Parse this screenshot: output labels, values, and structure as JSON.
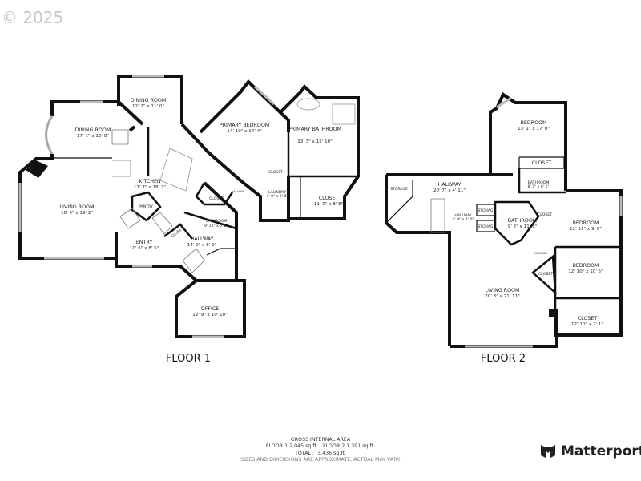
{
  "watermark": "© 2025",
  "floor1": {
    "label": "FLOOR 1",
    "rooms": [
      {
        "name": "DINING ROOM",
        "dims": "12' 2\" x 11' 0\""
      },
      {
        "name": "DINING ROOM",
        "dims": "17' 1\" x 10' 8\""
      },
      {
        "name": "PRIMARY BEDROOM",
        "dims": "14' 10\" x 14' 4\""
      },
      {
        "name": "PRIMARY BATHROOM",
        "dims": "13' 3\" x 15' 10\""
      },
      {
        "name": "KITCHEN",
        "dims": "17' 7\" x 18' 7\""
      },
      {
        "name": "LIVING ROOM",
        "dims": "18' 9\" x 19' 2\""
      },
      {
        "name": "PANTRY",
        "dims": ""
      },
      {
        "name": "CLOSET",
        "dims": ""
      },
      {
        "name": "BATHROOM",
        "dims": "9' 11\" x 5' 2\""
      },
      {
        "name": "ENTRY",
        "dims": "10' 6\" x 8' 5\""
      },
      {
        "name": "HALLWAY",
        "dims": "14' 0\" x 6' 9\""
      },
      {
        "name": "LAUNDRY",
        "dims": "7' 0\" x 9' 8\""
      },
      {
        "name": "CLOSET",
        "dims": "11' 0\" x 8' 8\""
      },
      {
        "name": "CLOSET",
        "dims": ""
      },
      {
        "name": "OFFICE",
        "dims": "12' 9\" x 10' 10\""
      },
      {
        "name": "CLOSET",
        "dims": ""
      },
      {
        "name": "HALLWAY",
        "dims": ""
      }
    ]
  },
  "floor2": {
    "label": "FLOOR 2",
    "rooms": [
      {
        "name": "BEDROOM",
        "dims": "13' 1\" x 17' 0\""
      },
      {
        "name": "CLOSET",
        "dims": ""
      },
      {
        "name": "BATHROOM",
        "dims": "8' 7\" x 6' 1\""
      },
      {
        "name": "HALLWAY",
        "dims": "20' 7\" x 4' 11\""
      },
      {
        "name": "STORAGE",
        "dims": ""
      },
      {
        "name": "HALLWAY",
        "dims": "4' 9\" x 7' 0\""
      },
      {
        "name": "STORAG",
        "dims": ""
      },
      {
        "name": "STORAG",
        "dims": ""
      },
      {
        "name": "BATHROOM",
        "dims": "9' 2\" x 11' 1\""
      },
      {
        "name": "CLOSET",
        "dims": ""
      },
      {
        "name": "BEDROOM",
        "dims": "12' 11\" x 9' 6\""
      },
      {
        "name": "BEDROOM",
        "dims": "12' 10\" x 10' 5\""
      },
      {
        "name": "CLOSET",
        "dims": ""
      },
      {
        "name": "LIVING ROOM",
        "dims": "20' 3\" x 21' 11\""
      },
      {
        "name": "CLOSET",
        "dims": "12' 10\" x 7' 1\""
      },
      {
        "name": "HALLWAY",
        "dims": ""
      }
    ]
  },
  "footer": {
    "title": "GROSS INTERNAL AREA",
    "floors_line": "FLOOR 1 2,045 sq.ft.   FLOOR 2 1,391 sq.ft.",
    "total_line": "TOTAL :  3,436 sq.ft.",
    "note": "SIZES AND DIMENSIONS ARE APPROXIMATE, ACTUAL MAY VARY."
  },
  "brand": {
    "name": "Matterport",
    "icon": "matterport-logo-icon"
  }
}
